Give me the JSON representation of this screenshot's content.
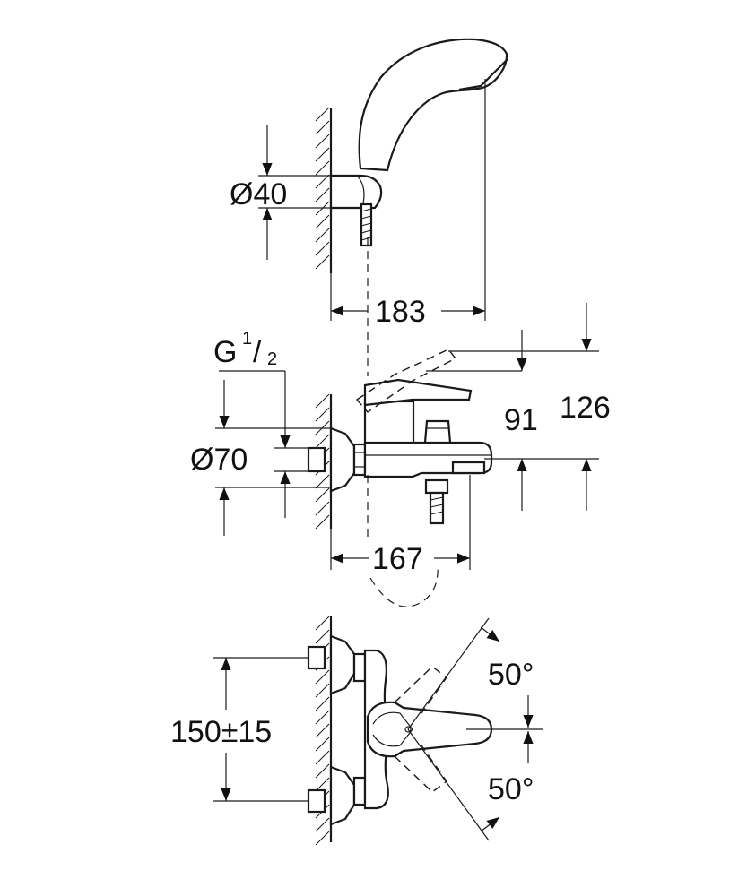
{
  "dimensions": {
    "holder_diameter": "Ø40",
    "projection_shower": "183",
    "thread_main": "G",
    "thread_num": "1",
    "thread_den": "2",
    "flange_diameter": "Ø70",
    "spout_height_low": "91",
    "spout_height_high": "126",
    "projection_spout": "167",
    "centres": "150±15",
    "angle_top": "50°",
    "angle_bottom": "50°"
  }
}
